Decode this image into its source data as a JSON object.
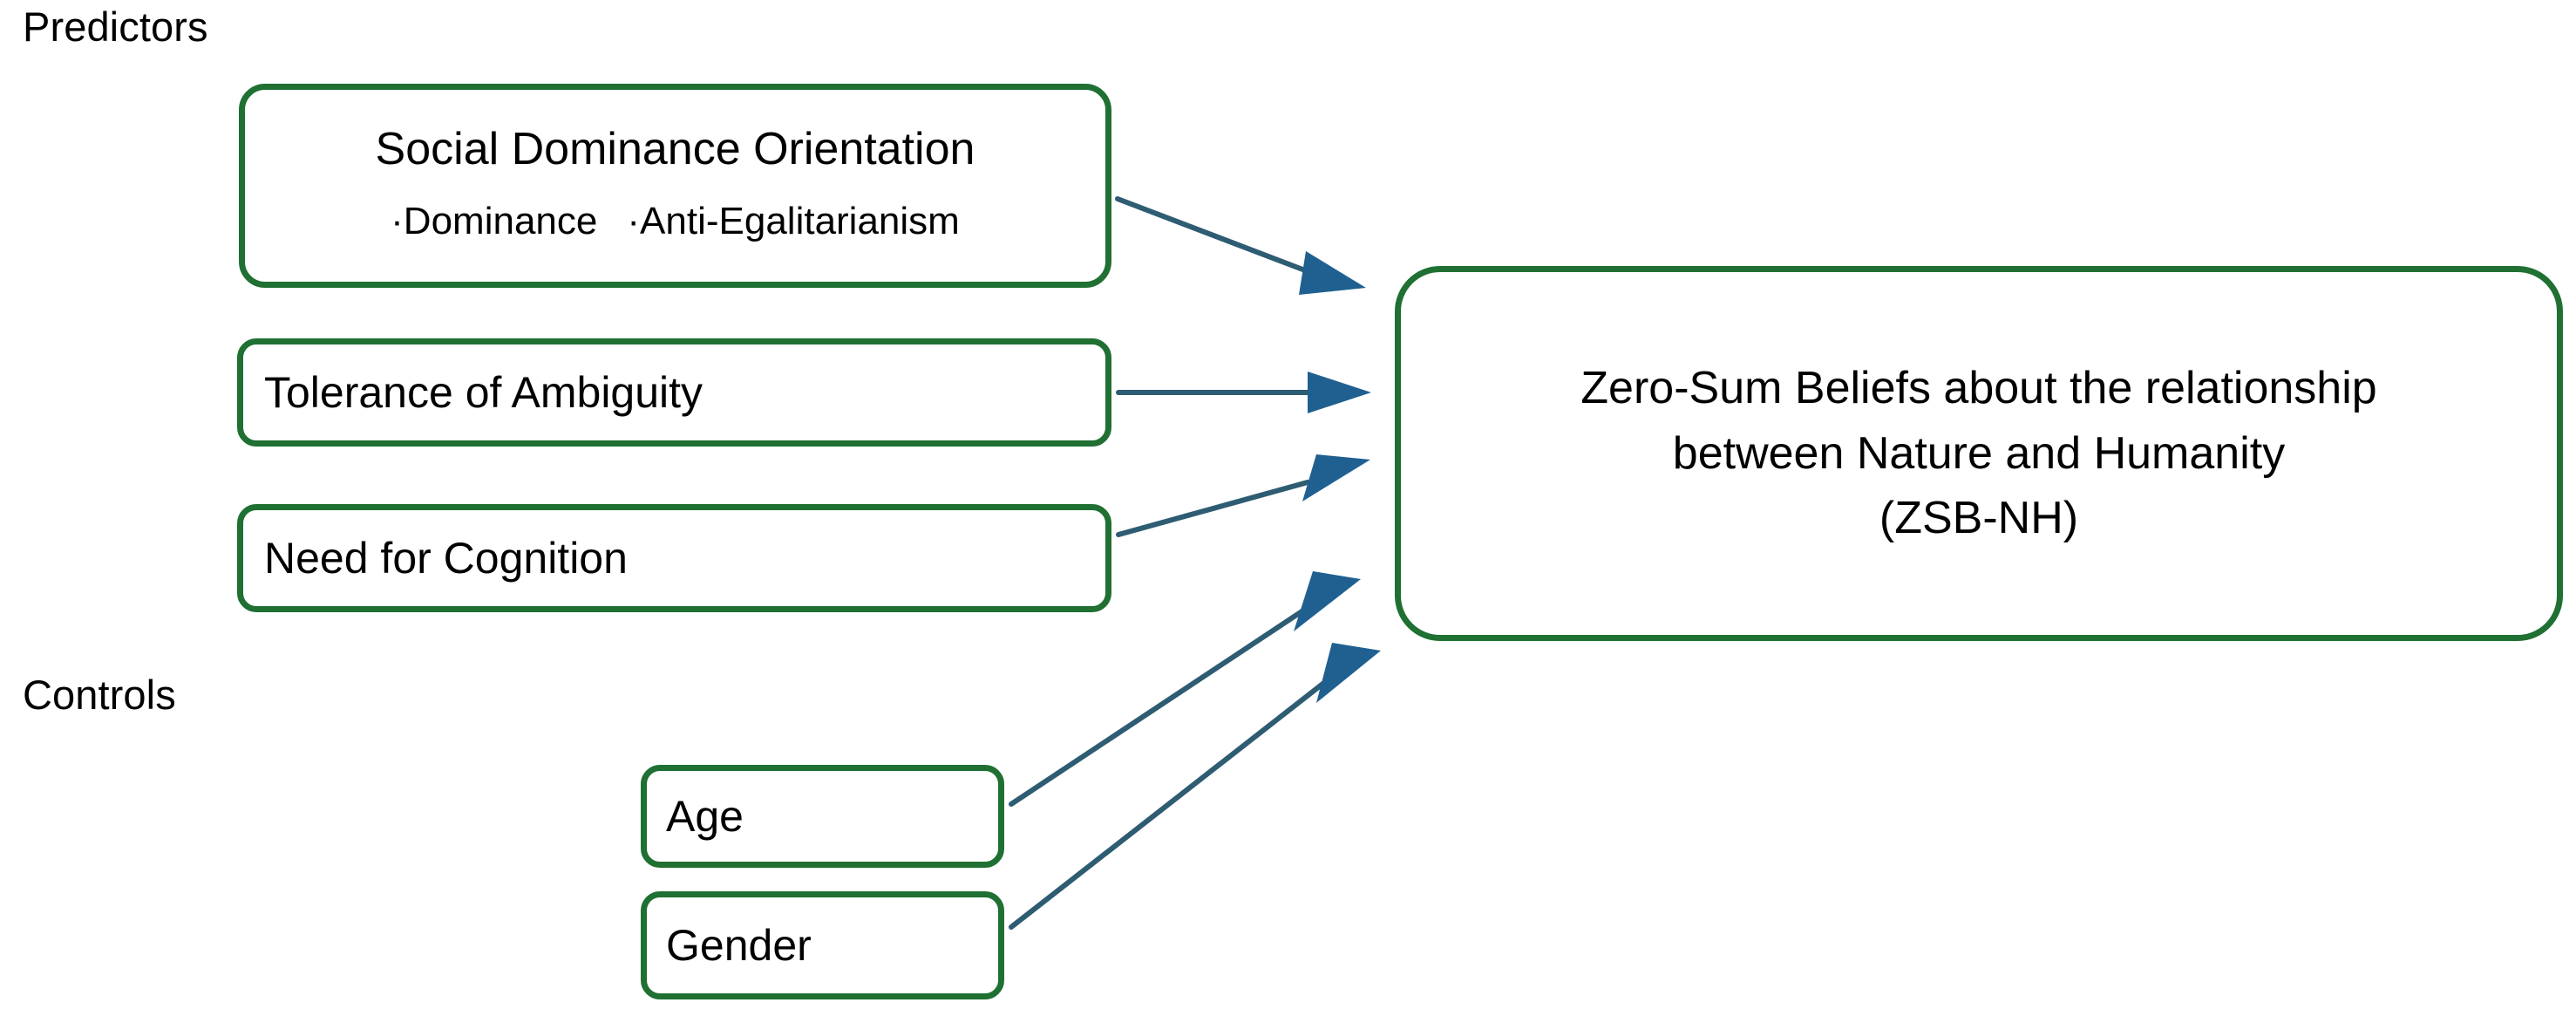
{
  "diagram": {
    "type": "conceptual-model",
    "background_color": "#ffffff",
    "node_border_color": "#1f7032",
    "arrow_line_color": "#2e5c72",
    "arrow_head_color": "#1f6090",
    "text_color": "#000000"
  },
  "sections": {
    "predictors_label": "Predictors",
    "controls_label": "Controls"
  },
  "predictors": [
    {
      "id": "sdo",
      "title": "Social Dominance Orientation",
      "subitems": [
        "·Dominance",
        "·Anti-Egalitarianism"
      ]
    },
    {
      "id": "tolerance",
      "title": "Tolerance of Ambiguity",
      "subitems": []
    },
    {
      "id": "cognition",
      "title": "Need for Cognition",
      "subitems": []
    }
  ],
  "controls": [
    {
      "id": "age",
      "title": "Age"
    },
    {
      "id": "gender",
      "title": "Gender"
    }
  ],
  "outcome": {
    "id": "zsb-nh",
    "lines": [
      "Zero-Sum Beliefs about the relationship",
      "between Nature and Humanity",
      "(ZSB-NH)"
    ]
  },
  "arrows": [
    {
      "from": "sdo",
      "to": "zsb-nh",
      "label": ""
    },
    {
      "from": "tolerance",
      "to": "zsb-nh",
      "label": ""
    },
    {
      "from": "cognition",
      "to": "zsb-nh",
      "label": ""
    },
    {
      "from": "age",
      "to": "zsb-nh",
      "label": ""
    },
    {
      "from": "gender",
      "to": "zsb-nh",
      "label": ""
    }
  ]
}
